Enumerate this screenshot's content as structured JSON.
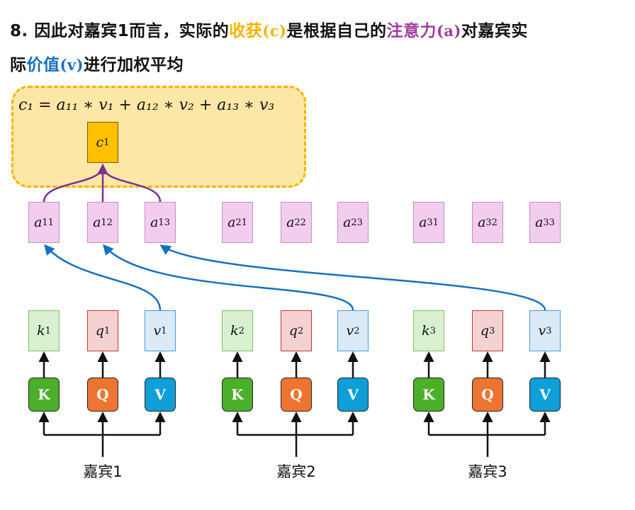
{
  "title": {
    "line1_prefix": "8. 因此对嘉宾1而言，实际的",
    "harvest": "收获",
    "harvest_sym": "(c)",
    "line1_mid": "是根据自己的",
    "attention": "注意力",
    "attention_sym": "(a)",
    "line1_suffix": "对嘉宾实",
    "line2_prefix": "际",
    "value": "价值",
    "value_sym": "(v)",
    "line2_suffix": "进行加权平均"
  },
  "formula": "c₁ = a₁₁ ∗ v₁ + a₁₂ ∗ v₂ + a₁₃ ∗ v₃",
  "c_box": {
    "sym": "c",
    "sub": "1"
  },
  "attention_boxes": [
    {
      "sym": "a",
      "sub": "11"
    },
    {
      "sym": "a",
      "sub": "12"
    },
    {
      "sym": "a",
      "sub": "13"
    },
    {
      "sym": "a",
      "sub": "21"
    },
    {
      "sym": "a",
      "sub": "22"
    },
    {
      "sym": "a",
      "sub": "23"
    },
    {
      "sym": "a",
      "sub": "31"
    },
    {
      "sym": "a",
      "sub": "32"
    },
    {
      "sym": "a",
      "sub": "33"
    }
  ],
  "guests": [
    {
      "label": "嘉宾1",
      "k": {
        "sym": "k",
        "sub": "1"
      },
      "q": {
        "sym": "q",
        "sub": "1"
      },
      "v": {
        "sym": "v",
        "sub": "1"
      },
      "K": "K",
      "Q": "Q",
      "V": "V"
    },
    {
      "label": "嘉宾2",
      "k": {
        "sym": "k",
        "sub": "2"
      },
      "q": {
        "sym": "q",
        "sub": "2"
      },
      "v": {
        "sym": "v",
        "sub": "2"
      },
      "K": "K",
      "Q": "Q",
      "V": "V"
    },
    {
      "label": "嘉宾3",
      "k": {
        "sym": "k",
        "sub": "3"
      },
      "q": {
        "sym": "q",
        "sub": "3"
      },
      "v": {
        "sym": "v",
        "sub": "3"
      },
      "K": "K",
      "Q": "Q",
      "V": "V"
    }
  ],
  "colors": {
    "harvest": "#f5b400",
    "attention": "#a03c9e",
    "value": "#1670c0",
    "arrow_blue": "#1670c0",
    "arrow_purple": "#7a3096"
  }
}
